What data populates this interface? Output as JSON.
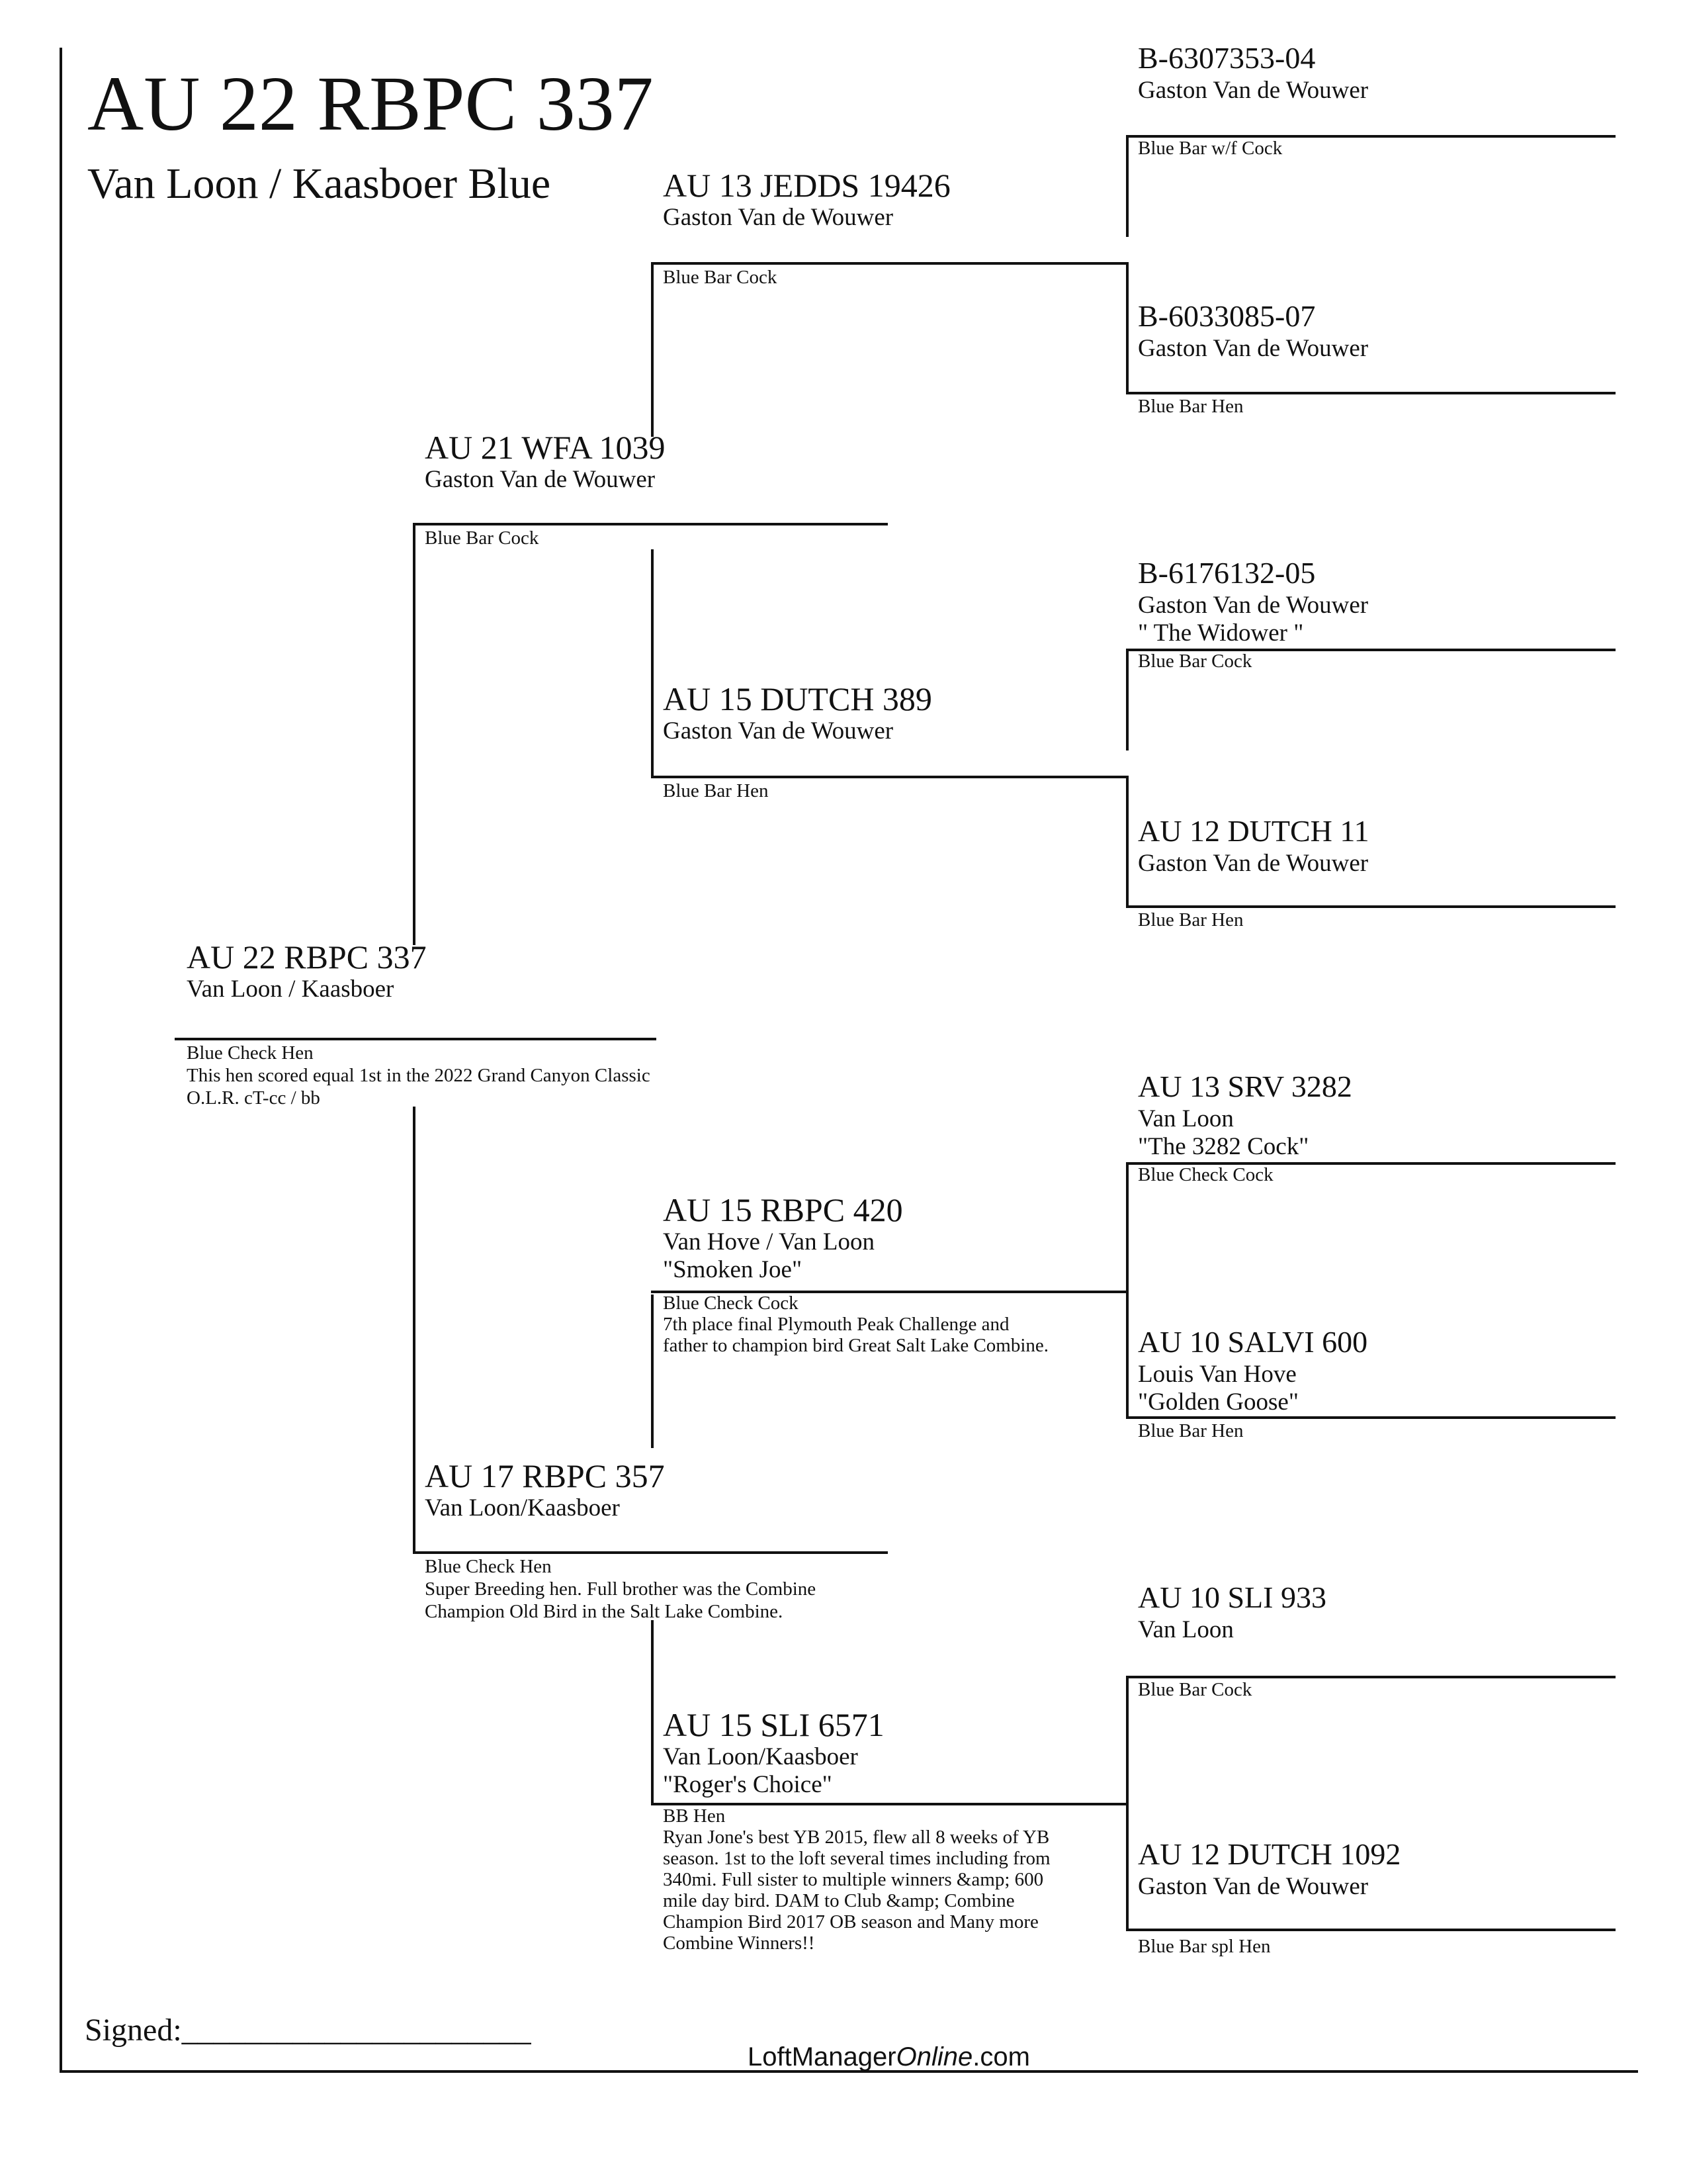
{
  "header": {
    "title": "AU 22 RBPC 337",
    "subtitle": "Van Loon / Kaasboer Blue"
  },
  "subject": {
    "band": "AU 22 RBPC 337",
    "breeder": "Van Loon / Kaasboer",
    "color_sex": "Blue Check Hen",
    "notes": [
      "This hen scored equal 1st in the 2022 Grand Canyon Classic",
      "O.L.R.  cT-cc / bb"
    ]
  },
  "sire": {
    "band": "AU 21 WFA 1039",
    "breeder": "Gaston Van de Wouwer",
    "color_sex": "Blue Bar Cock"
  },
  "dam": {
    "band": "AU 17 RBPC 357",
    "breeder": "Van Loon/Kaasboer",
    "color_sex": "Blue Check Hen",
    "notes": [
      "Super Breeding hen. Full brother was the Combine",
      "Champion Old Bird in the Salt Lake Combine."
    ]
  },
  "sire_sire": {
    "band": "AU 13 JEDDS 19426",
    "breeder": "Gaston Van de Wouwer",
    "color_sex": "Blue Bar Cock"
  },
  "sire_dam": {
    "band": "AU 15 DUTCH 389",
    "breeder": "Gaston Van de Wouwer",
    "color_sex": "Blue Bar Hen"
  },
  "dam_sire": {
    "band": "AU 15 RBPC 420",
    "breeder": "Van Hove / Van Loon",
    "nickname": "\"Smoken Joe\"",
    "color_sex": "Blue Check Cock",
    "notes": [
      "7th place final Plymouth Peak Challenge and",
      "father to champion bird Great Salt Lake Combine."
    ]
  },
  "dam_dam": {
    "band": "AU 15 SLI 6571",
    "breeder": "Van Loon/Kaasboer",
    "nickname": "\"Roger's Choice\"",
    "color_sex": "BB Hen",
    "notes": [
      "Ryan Jone's best YB 2015, flew all 8 weeks of YB",
      "season. 1st to the loft several times including from",
      "340mi. Full sister to multiple winners &amp; 600",
      "mile day bird. DAM to Club &amp; Combine",
      "Champion Bird 2017 OB season and Many more",
      "Combine Winners!!"
    ]
  },
  "gen4": [
    {
      "band": "B-6307353-04",
      "breeder": "Gaston Van de Wouwer",
      "nickname": "",
      "color_sex": "Blue Bar w/f Cock"
    },
    {
      "band": "B-6033085-07",
      "breeder": "Gaston Van de Wouwer",
      "nickname": "",
      "color_sex": "Blue Bar Hen"
    },
    {
      "band": "B-6176132-05",
      "breeder": "Gaston Van de Wouwer",
      "nickname": "\" The Widower \"",
      "color_sex": "Blue Bar Cock"
    },
    {
      "band": "AU 12 DUTCH 11",
      "breeder": "Gaston Van de Wouwer",
      "nickname": "",
      "color_sex": "Blue Bar Hen"
    },
    {
      "band": "AU 13 SRV 3282",
      "breeder": "Van Loon",
      "nickname": "\"The 3282 Cock\"",
      "color_sex": "Blue Check Cock"
    },
    {
      "band": "AU 10 SALVI 600",
      "breeder": "Louis Van Hove",
      "nickname": "\"Golden Goose\"",
      "color_sex": "Blue Bar Hen"
    },
    {
      "band": "AU 10 SLI 933",
      "breeder": "Van Loon",
      "nickname": "",
      "color_sex": "Blue Bar Cock"
    },
    {
      "band": "AU 12 DUTCH 1092",
      "breeder": "Gaston Van de Wouwer",
      "nickname": "",
      "color_sex": "Blue Bar spl Hen"
    }
  ],
  "footer": {
    "signed": "Signed:______________________",
    "site_prefix": "LoftManager",
    "site_italic": "Online",
    "site_suffix": ".com"
  }
}
